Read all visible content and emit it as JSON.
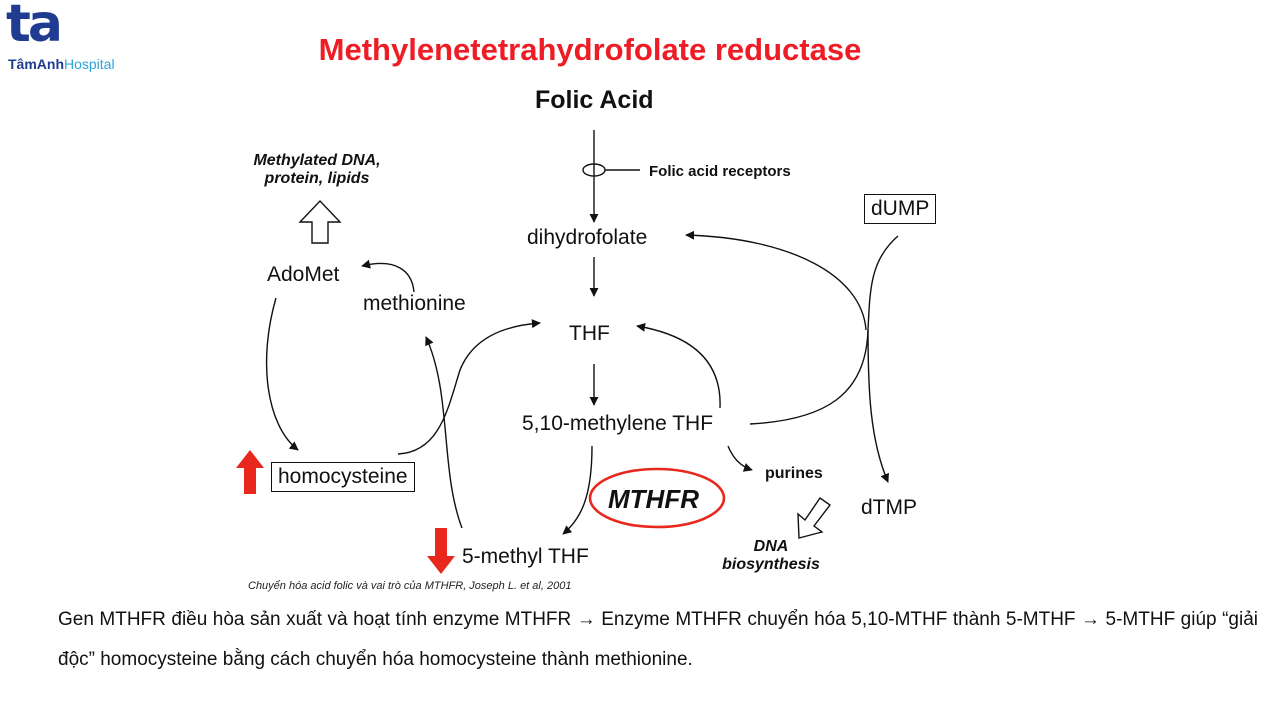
{
  "logo": {
    "mark": "ta",
    "name_bold": "TâmAnh",
    "name_light": "Hospital"
  },
  "title": "Methylenetetrahydrofolate reductase",
  "diagram": {
    "folic_acid": "Folic Acid",
    "receptors": "Folic acid receptors",
    "dihydrofolate": "dihydrofolate",
    "thf": "THF",
    "methylene_thf": "5,10-methylene THF",
    "methyl_thf": "5-methyl THF",
    "mthfr": "MTHFR",
    "methionine": "methionine",
    "adomet": "AdoMet",
    "methylated_line1": "Methylated DNA,",
    "methylated_line2": "protein, lipids",
    "homocysteine": "homocysteine",
    "dump": "dUMP",
    "dtmp": "dTMP",
    "purines": "purines",
    "dna_line1": "DNA",
    "dna_line2": "biosynthesis"
  },
  "caption": "Chuyển hóa acid folic và vai trò của MTHFR, Joseph L. et al, 2001",
  "paragraph": "Gen MTHFR điều hòa sản xuất và hoạt tính enzyme MTHFR → Enzyme MTHFR chuyển hóa 5,10-MTHF thành 5-MTHF → 5-MTHF giúp “giải độc” homocysteine bằng cách chuyển hóa homocysteine thành methionine.",
  "colors": {
    "title": "#ee1c24",
    "brand_dark": "#1f3c91",
    "brand_light": "#2aa5d8",
    "indicator_arrow": "#e8281c"
  }
}
